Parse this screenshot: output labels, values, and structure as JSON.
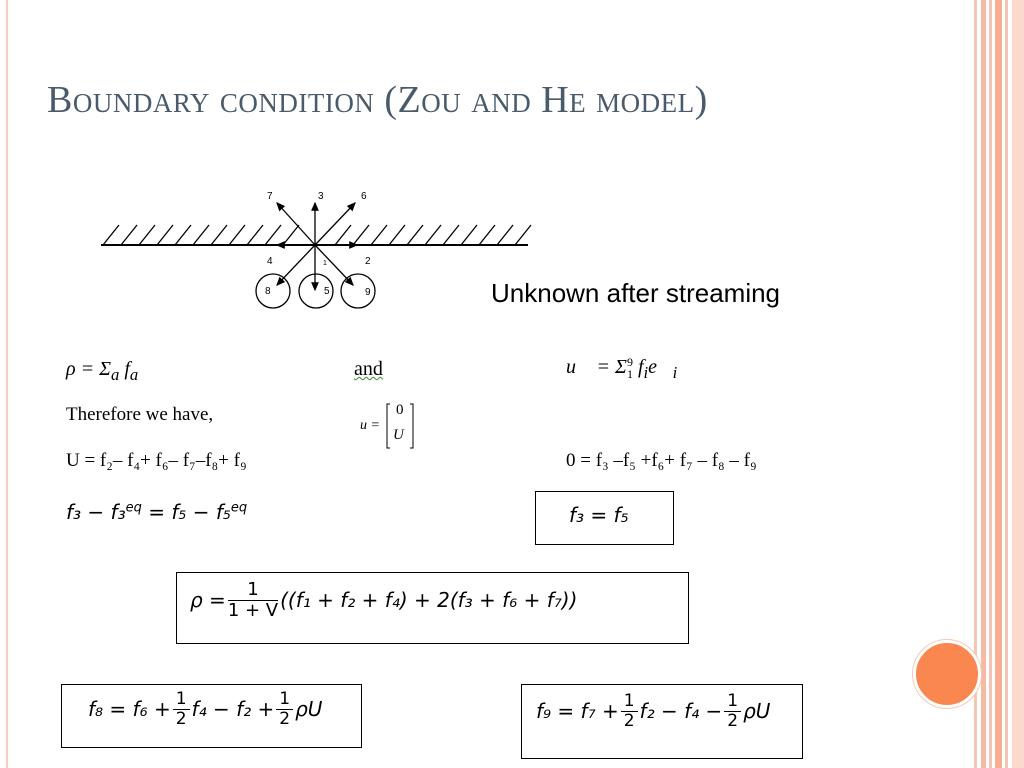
{
  "slide": {
    "title": "Boundary condition (Zou and He model)",
    "caption": "Unknown after streaming",
    "diagram": {
      "labels": {
        "d7": "7",
        "d3": "3",
        "d6": "6",
        "d4": "4",
        "d1": "1",
        "d2": "2",
        "d8": "8",
        "d5": "5",
        "d9": "9"
      }
    },
    "equations": {
      "rho_def_left": "ρ = Σ",
      "rho_def_sub": "a",
      "rho_def_right": " f",
      "rho_def_sub2": "a",
      "and": "and",
      "u_def": "u⃗ = Σ",
      "u_def_sup": "9",
      "u_def_sub": "1",
      "u_def_rest": " f",
      "u_def_sub2": "i",
      "u_def_e": "e⃗",
      "u_def_sub3": "i",
      "therefore": "Therefore we have,",
      "u_vec_lhs": "u =",
      "u_vec_top": "0",
      "u_vec_bot": "U",
      "U_eq": "U = f₂– f₄+ f₆– f₇–f₈+ f₉",
      "zero_eq": "0 = f₃ –f₅ +f₆+ f₇ – f₈ – f₉",
      "f3_eq_left": "f₃ − f₃",
      "f3_eq_sup1": "eq",
      "f3_eq_mid": " = f₅ − f₅",
      "f3_eq_sup2": "eq",
      "box_f3": "f₃ =  f₅",
      "rho_box_lhs": "ρ =",
      "rho_box_num": "1",
      "rho_box_den": "1 + V",
      "rho_box_rhs": " ((f₁ + f₂ + f₄) + 2(f₃ + f₆ + f₇))",
      "f8_lhs": "f₈ =  f₆ +",
      "f8_half1_num": "1",
      "f8_half1_den": "2",
      "f8_mid": "f₄ − f₂ +",
      "f8_half2_num": "1",
      "f8_half2_den": "2",
      "f8_end": "ρU",
      "f9_lhs": "f₉ =  f₇ +",
      "f9_half1_num": "1",
      "f9_half1_den": "2",
      "f9_mid": "f₂ − f₄ −",
      "f9_half2_num": "1",
      "f9_half2_den": "2",
      "f9_end": "ρU"
    }
  },
  "colors": {
    "title": "#4a5a6a",
    "accent": "#f9874f",
    "stripe": "#f7ad92"
  }
}
